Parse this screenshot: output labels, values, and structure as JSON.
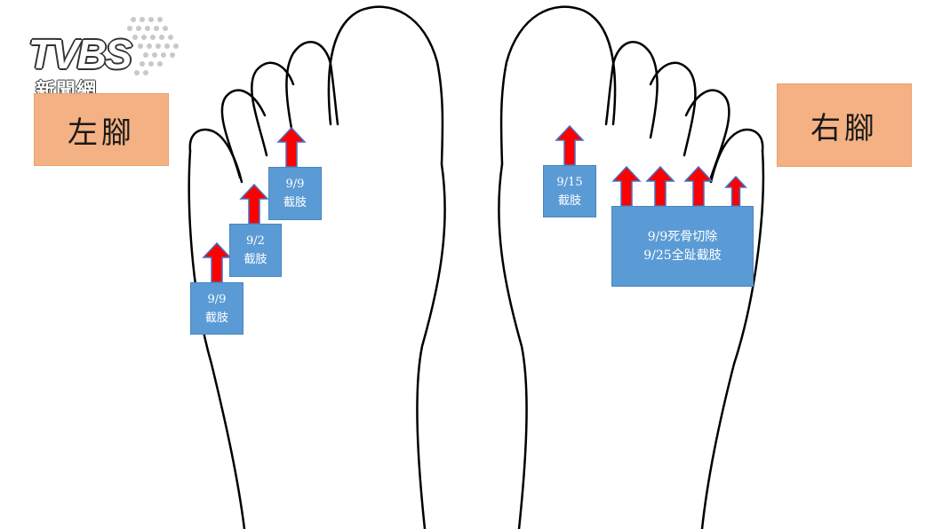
{
  "logo": {
    "brand": "TVBS",
    "subtitle": "新聞網"
  },
  "labels": {
    "left_foot": "左腳",
    "right_foot": "右腳"
  },
  "notes": {
    "left_small_toe": {
      "line1": "9/9",
      "line2": "截肢"
    },
    "left_fourth_toe": {
      "line1": "9/2",
      "line2": "截肢"
    },
    "left_third_toe": {
      "line1": "9/9",
      "line2": "截肢"
    },
    "right_big_toe": {
      "line1": "9/15",
      "line2": "截肢"
    },
    "right_toes": {
      "line1": "9/9死骨切除",
      "line2": "9/25全趾截肢"
    }
  },
  "colors": {
    "label_fill": "#f4b183",
    "note_fill": "#5b9bd5",
    "arrow_fill": "#ff0000",
    "arrow_edge": "#4472c4",
    "outline": "#000000"
  }
}
